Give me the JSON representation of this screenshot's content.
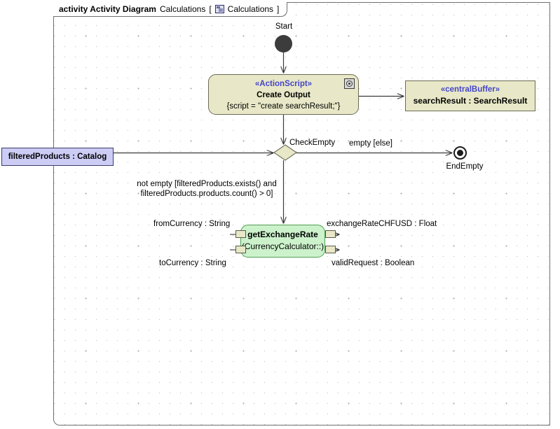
{
  "frame": {
    "keyword": "activity Activity Diagram",
    "name": "Calculations",
    "bracket_open": "[",
    "bracket_close": "]",
    "diagram_label": "Calculations",
    "icon": "diagram-icon"
  },
  "nodes": {
    "start": {
      "label": "Start",
      "icon": "initial-node-icon"
    },
    "create_output": {
      "stereotype": "«ActionScript»",
      "name": "Create Output",
      "body": "{script = \"create searchResult;\"}",
      "icon": "script-icon",
      "fill": "#e8e8c8",
      "stroke": "#6b6b55"
    },
    "central_buffer": {
      "stereotype": "«centralBuffer»",
      "name": "searchResult : SearchResult",
      "fill": "#e8e8c8",
      "stroke": "#6b6b55"
    },
    "filtered_products": {
      "name": "filteredProducts : Catalog",
      "fill": "#ccccf5",
      "stroke": "#3a3a6a"
    },
    "decision": {
      "label": "CheckEmpty",
      "fill": "#e8e8c8",
      "stroke": "#6b6b55"
    },
    "end_empty": {
      "label": "EndEmpty",
      "icon": "final-node-icon"
    },
    "get_exchange_rate": {
      "name": "getExchangeRate",
      "body": "(CurrencyCalculator::)",
      "fill": "#ccf2cc",
      "stroke": "#4f9e4f"
    }
  },
  "pins": {
    "from_currency": "fromCurrency : String",
    "to_currency": "toCurrency : String",
    "exchange_rate": "exchangeRateCHFUSD : Float",
    "valid_request": "validRequest : Boolean"
  },
  "edges": {
    "empty_guard": "empty [else]",
    "not_empty_guard_line1": "not empty [filteredProducts.exists() and",
    "not_empty_guard_line2": "filteredProducts.products.count() > 0]"
  },
  "colors": {
    "action_fill": "#e8e8c8",
    "action_stroke": "#6b6b55",
    "call_fill": "#ccf2cc",
    "call_stroke": "#4f9e4f",
    "object_fill": "#ccccf5",
    "stereotype_text": "#4545c8",
    "line": "#3a3a3a",
    "frame_stroke": "#6f6f6f",
    "canvas": "#ffffff"
  }
}
